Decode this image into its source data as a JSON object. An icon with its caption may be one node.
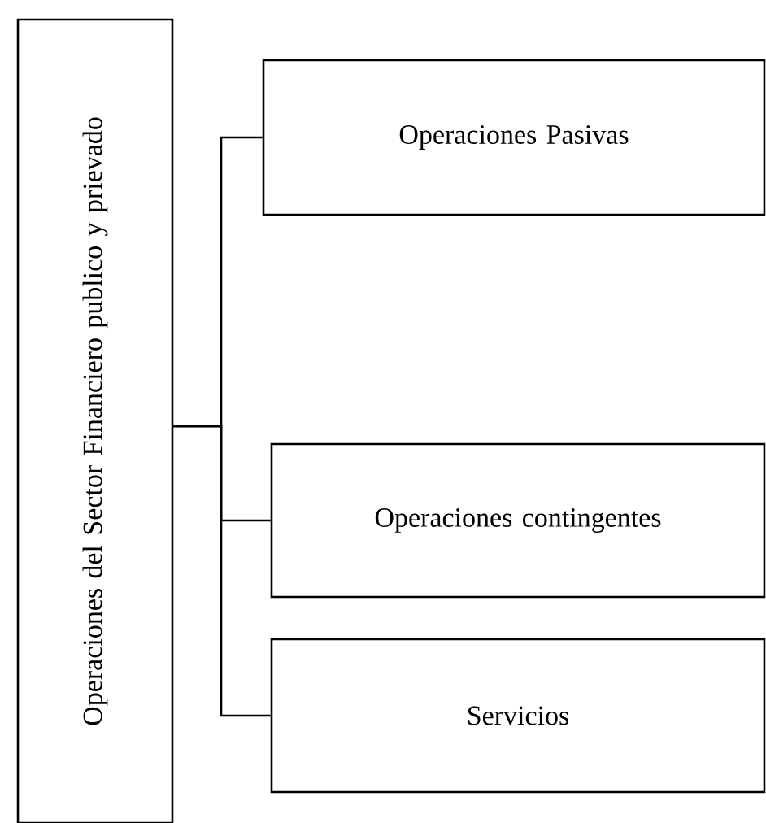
{
  "diagram": {
    "nodes": [
      {
        "text": [
          "Operaciones del Sector Financiero publico y prievado"
        ]
      },
      {
        "text": [
          "Operaciones Pasivas"
        ]
      },
      {
        "text": [
          "Operaciones contingentes"
        ]
      },
      {
        "text": [
          "Servicios"
        ]
      }
    ],
    "edges": [
      {
        "from": 0,
        "to": 1,
        "arrow": "none"
      },
      {
        "from": 0,
        "to": 2,
        "arrow": "none"
      },
      {
        "from": 0,
        "to": 3,
        "arrow": "none"
      }
    ]
  }
}
